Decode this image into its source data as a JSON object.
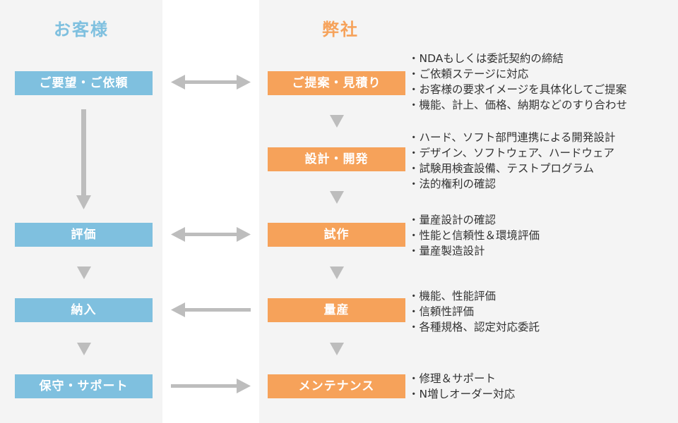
{
  "headers": {
    "customer": "お客様",
    "company": "弊社"
  },
  "customer_steps": [
    "ご要望・ご依頼",
    "評価",
    "納入",
    "保守・サポート"
  ],
  "company_steps": [
    "ご提案・見積り",
    "設計・開発",
    "試作",
    "量産",
    "メンテナンス"
  ],
  "details": [
    [
      "NDAもしくは委託契約の締結",
      "ご依頼ステージに対応",
      "お客様の要求イメージを具体化してご提案",
      "機能、計上、価格、納期などのすり合わせ"
    ],
    [
      "ハード、ソフト部門連携による開発設計",
      "デザイン、ソフトウェア、ハードウェア",
      "試験用検査設備、テストプログラム",
      "法的権利の確認"
    ],
    [
      "量産設計の確認",
      "性能と信頼性＆環境評価",
      "量産製造設計"
    ],
    [
      "機能、性能評価",
      "信頼性評価",
      "各種規格、認定対応委託"
    ],
    [
      "修理＆サポート",
      "N増しオーダー対応"
    ]
  ],
  "colors": {
    "customer": "#7fc0df",
    "company": "#f6a25a",
    "arrow": "#bdbdbd"
  }
}
